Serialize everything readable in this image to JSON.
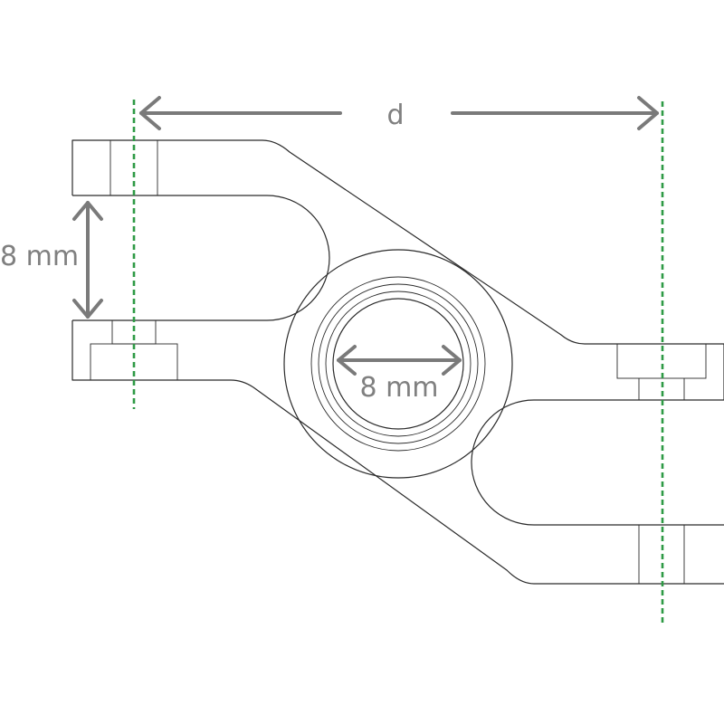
{
  "labels": {
    "distance": "d",
    "fork_gap": "8 mm",
    "bearing_bore": "8 mm"
  },
  "colors": {
    "centerline": "#2e9a45",
    "dimension": "#7a7a7a",
    "outline": "#2b2b2b"
  }
}
